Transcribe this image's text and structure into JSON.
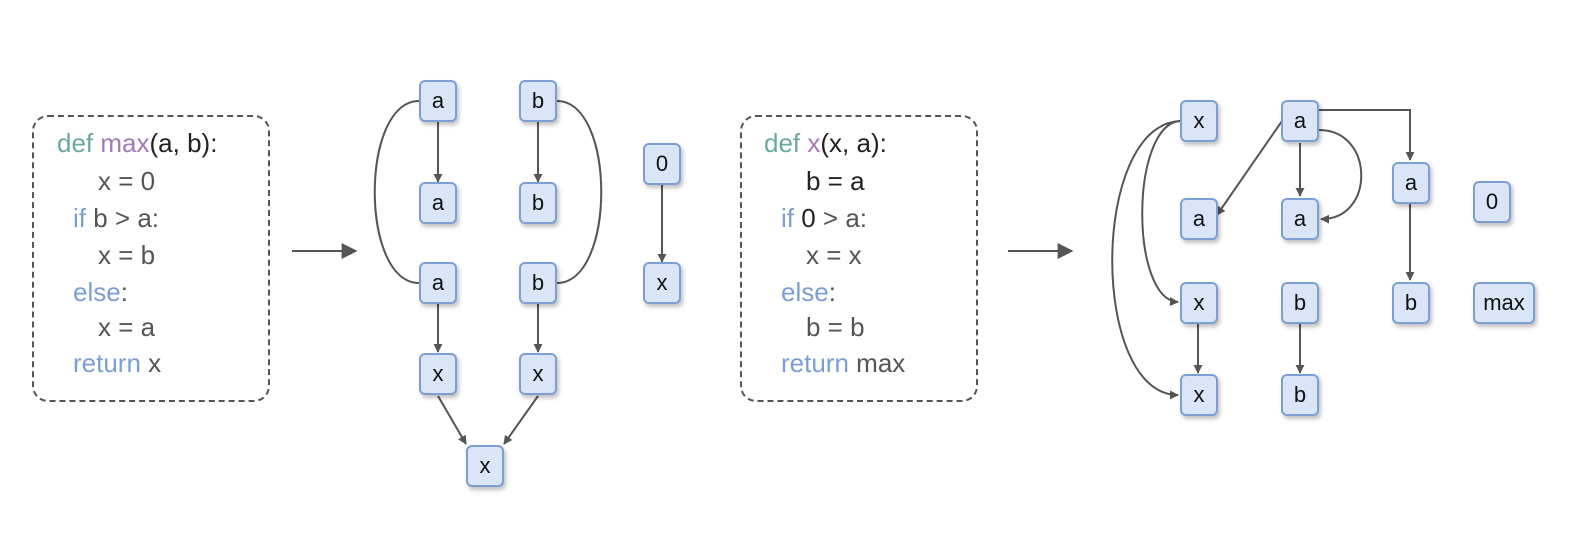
{
  "code_original": {
    "line1": {
      "def": "def",
      "name": "max",
      "args": "(a, b):"
    },
    "line2": "x = 0",
    "line3": {
      "if": "if",
      "cond": "b > a:"
    },
    "line4": "x = b",
    "line5": {
      "else": "else",
      "colon": ":"
    },
    "line6": "x = a",
    "line7": {
      "ret": "return",
      "val": "x"
    }
  },
  "code_obfuscated": {
    "line1": {
      "def": "def",
      "name": "x",
      "args": "(x, a):"
    },
    "line2": "b = a",
    "line3": {
      "if": "if",
      "zero": "0",
      "cond": " > a:"
    },
    "line4": "x = x",
    "line5": {
      "else": "else",
      "colon": ":"
    },
    "line6": "b = b",
    "line7": {
      "ret": "return",
      "val": "max"
    }
  },
  "graph1": {
    "a1": "a",
    "a2": "a",
    "a3": "a",
    "b1": "b",
    "b2": "b",
    "b3": "b",
    "x1": "x",
    "x2": "x",
    "x3": "x",
    "z0": "0",
    "zx": "x"
  },
  "graph2": {
    "x1": "x",
    "x2": "x",
    "x3": "x",
    "a1": "a",
    "a2": "a",
    "a3": "a",
    "a4": "a",
    "b1": "b",
    "b2": "b",
    "b3": "b",
    "z0": "0",
    "max": "max"
  },
  "colors": {
    "node_fill": "#dbe5f8",
    "node_border": "#7b9fd3",
    "keyword_green": "#6aa8a0",
    "keyword_blue": "#7b9fd3",
    "function_purple": "#a279b6",
    "edge": "#555555"
  }
}
